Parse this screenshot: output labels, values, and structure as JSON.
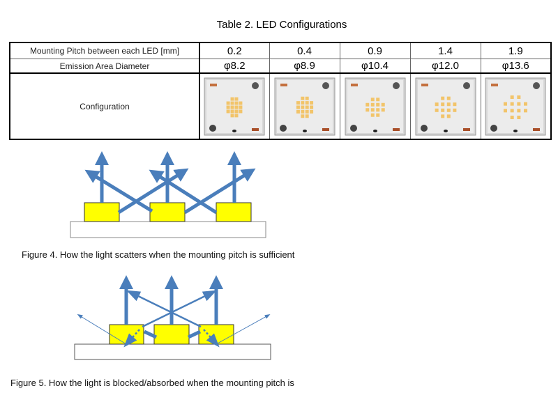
{
  "table": {
    "title": "Table 2. LED Configurations",
    "row_labels": {
      "pitch": "Mounting Pitch between each LED [mm]",
      "diameter": "Emission Area Diameter",
      "configuration": "Configuration"
    },
    "columns": [
      {
        "pitch": "0.2",
        "diameter": "φ8.2",
        "image": "led-board-photo",
        "chip_count": 16
      },
      {
        "pitch": "0.4",
        "diameter": "φ8.9",
        "image": "led-board-photo",
        "chip_count": 16
      },
      {
        "pitch": "0.9",
        "diameter": "φ10.4",
        "image": "led-board-photo",
        "chip_count": 12
      },
      {
        "pitch": "1.4",
        "diameter": "φ12.0",
        "image": "led-board-photo",
        "chip_count": 12
      },
      {
        "pitch": "1.9",
        "diameter": "φ13.6",
        "image": "led-board-photo",
        "chip_count": 12
      }
    ]
  },
  "figures": {
    "fig4_caption": "Figure 4. How the light scatters when the mounting pitch is sufficient",
    "fig5_caption": "Figure 5. How the light is blocked/absorbed when the mounting pitch is"
  },
  "colors": {
    "led_chip": "#ffff00",
    "arrow": "#4a7ebb",
    "substrate": "#ffffff",
    "board": "#d8d8d8",
    "chip_photo": "#f2c46a"
  }
}
